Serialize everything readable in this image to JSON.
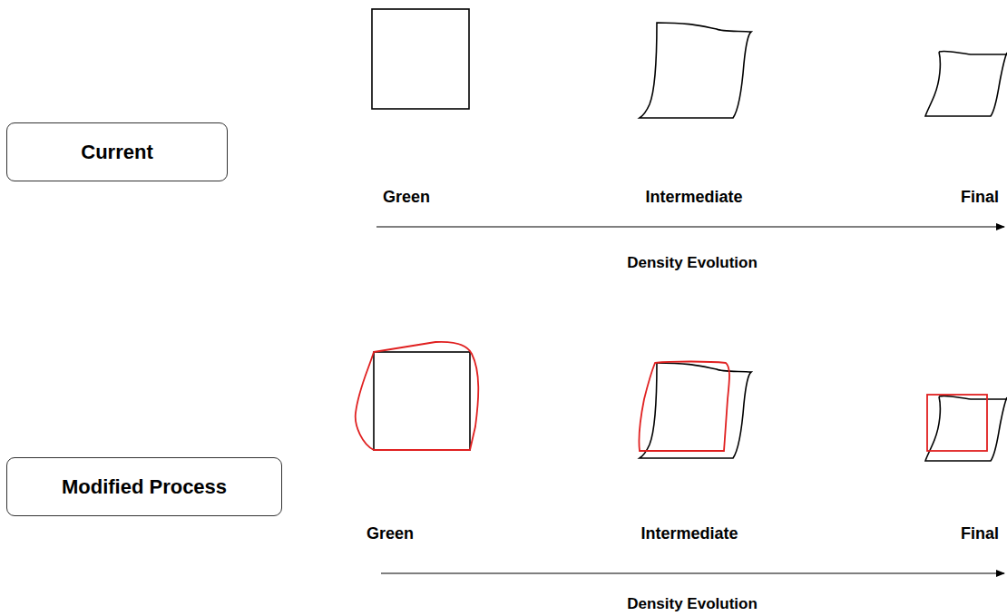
{
  "diagram": {
    "nodes": [
      {
        "text": [
          "Current"
        ]
      },
      {
        "text": [
          "Modified Process"
        ]
      }
    ],
    "labels": [
      "Green",
      "Intermediate",
      "Final",
      "Density Evolution",
      "Green",
      "Intermediate",
      "Final",
      "Density Evolution"
    ]
  }
}
